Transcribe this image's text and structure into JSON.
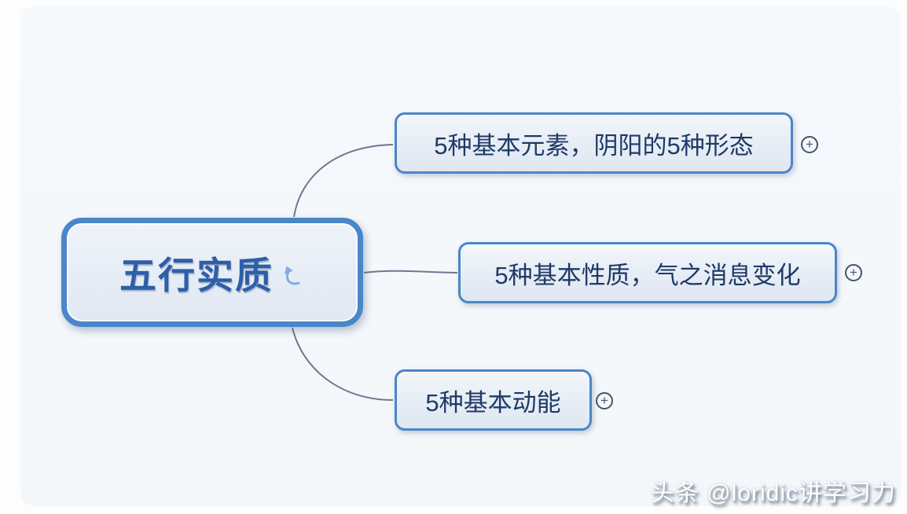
{
  "root_node": {
    "label": "五行实质",
    "icon": "curved-rotate-arrow"
  },
  "children": [
    {
      "label": "5种基本元素，阴阳的5种形态"
    },
    {
      "label": "5种基本性质，气之消息变化"
    },
    {
      "label": "5种基本动能"
    }
  ],
  "ui": {
    "expand_symbol": "+"
  },
  "watermark": {
    "text": "头条 @loridic讲学习力"
  },
  "colors": {
    "node_border": "#4a86c8",
    "node_fill": "#e7edf6",
    "root_text": "#2d5fa8",
    "child_text": "#1e3a66",
    "connector": "#6b7990",
    "canvas_bg": "#f5f8fb"
  }
}
